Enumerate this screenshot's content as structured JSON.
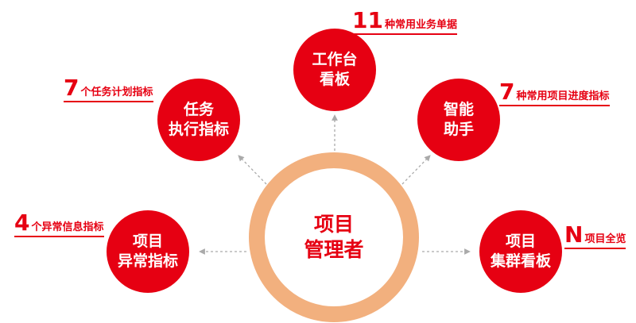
{
  "center": {
    "line1": "项目",
    "line2": "管理者"
  },
  "nodes": {
    "workbench": {
      "line1": "工作台",
      "line2": "看板"
    },
    "task": {
      "line1": "任务",
      "line2": "执行指标"
    },
    "assistant": {
      "line1": "智能",
      "line2": "助手"
    },
    "exception": {
      "line1": "项目",
      "line2": "异常指标"
    },
    "cluster": {
      "line1": "项目",
      "line2": "集群看板"
    }
  },
  "labels": {
    "workbench": {
      "num": "11",
      "text": "种常用业务单据"
    },
    "task": {
      "num": "7",
      "text": "个任务计划指标"
    },
    "assistant": {
      "num": "7",
      "text": "种常用项目进度指标"
    },
    "exception": {
      "num": "4",
      "text": "个异常信息指标"
    },
    "cluster": {
      "num": "N",
      "text": "项目全览"
    }
  },
  "colors": {
    "node": "#e60012",
    "ring": "#f2b07e",
    "arrow": "#aaaaaa"
  }
}
